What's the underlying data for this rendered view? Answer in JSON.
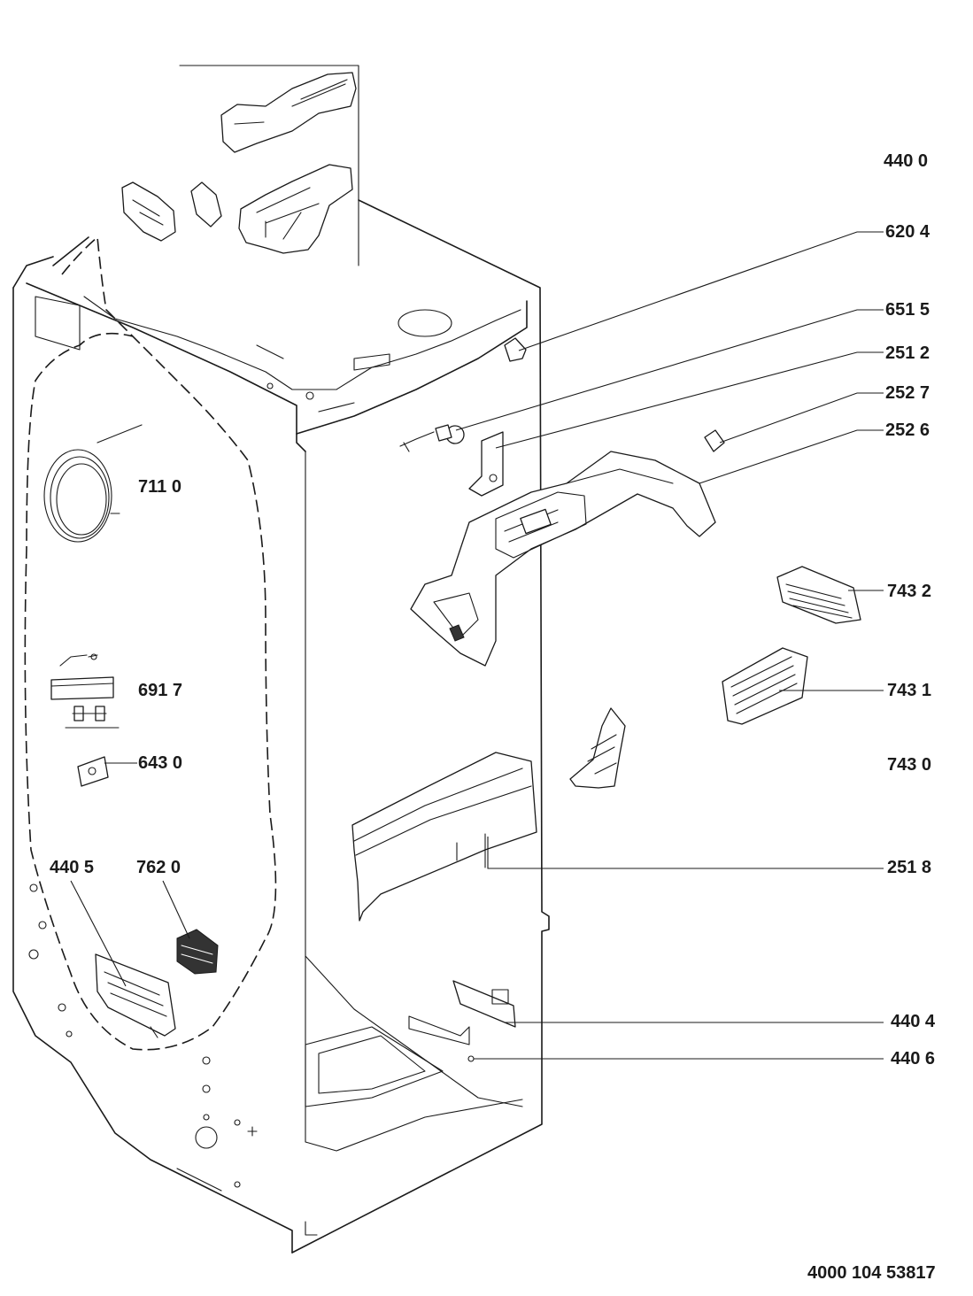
{
  "labels": [
    {
      "id": "440-0",
      "text": "440 0"
    },
    {
      "id": "620-4",
      "text": "620 4"
    },
    {
      "id": "651-5",
      "text": "651 5"
    },
    {
      "id": "251-2",
      "text": "251 2"
    },
    {
      "id": "252-7",
      "text": "252 7"
    },
    {
      "id": "252-6",
      "text": "252 6"
    },
    {
      "id": "711-0",
      "text": "711 0"
    },
    {
      "id": "743-2",
      "text": "743 2"
    },
    {
      "id": "691-7",
      "text": "691 7"
    },
    {
      "id": "743-1",
      "text": "743 1"
    },
    {
      "id": "643-0",
      "text": "643 0"
    },
    {
      "id": "743-0",
      "text": "743 0"
    },
    {
      "id": "440-5",
      "text": "440 5"
    },
    {
      "id": "762-0",
      "text": "762 0"
    },
    {
      "id": "251-8",
      "text": "251 8"
    },
    {
      "id": "440-4",
      "text": "440 4"
    },
    {
      "id": "440-6",
      "text": "440 6"
    }
  ],
  "doc_number": "4000 104 53817"
}
